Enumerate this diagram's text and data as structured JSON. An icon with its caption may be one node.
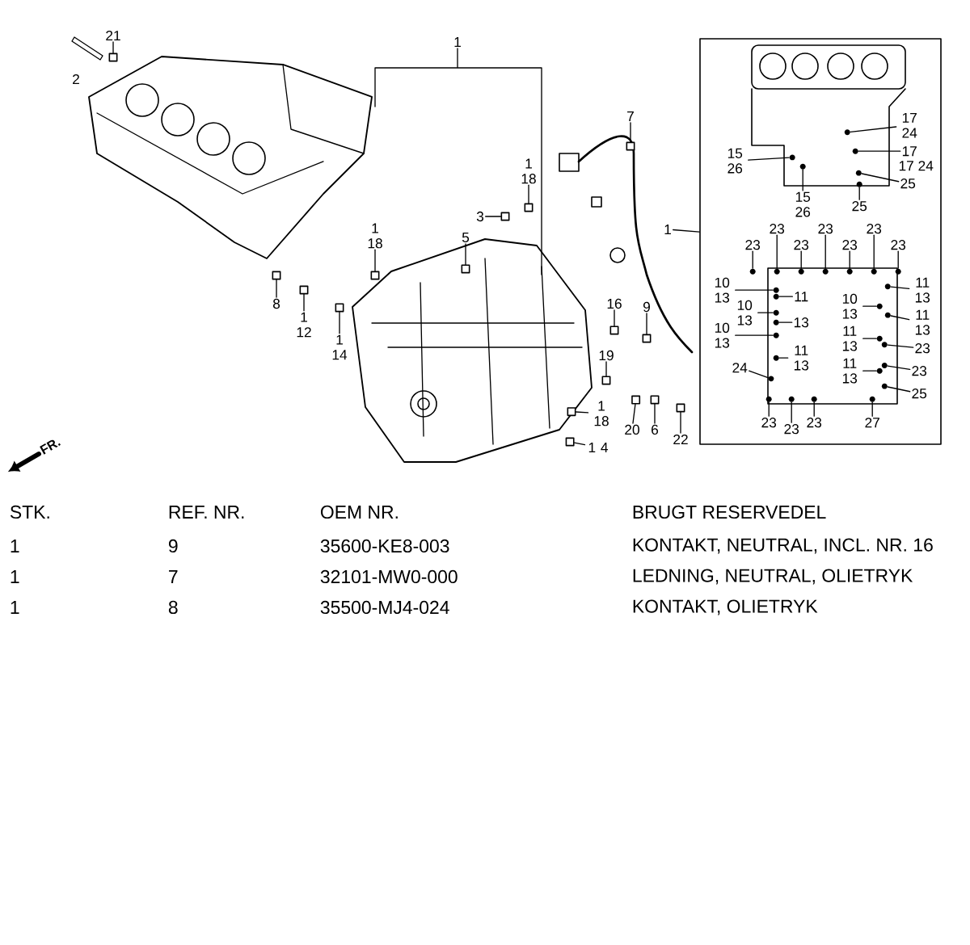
{
  "diagram": {
    "nodes": [
      {
        "text": [
          "21"
        ]
      },
      {
        "text": [
          "2"
        ]
      },
      {
        "text": [
          "1"
        ]
      },
      {
        "text": [
          "1 18"
        ]
      },
      {
        "text": [
          "5"
        ]
      },
      {
        "text": [
          "3"
        ]
      },
      {
        "text": [
          "1 18"
        ]
      },
      {
        "text": [
          "7"
        ]
      },
      {
        "text": [
          "8"
        ]
      },
      {
        "text": [
          "1 12"
        ]
      },
      {
        "text": [
          "1 14"
        ]
      },
      {
        "text": [
          "16"
        ]
      },
      {
        "text": [
          "9"
        ]
      },
      {
        "text": [
          "19"
        ]
      },
      {
        "text": [
          "1 18"
        ]
      },
      {
        "text": [
          "20"
        ]
      },
      {
        "text": [
          "6"
        ]
      },
      {
        "text": [
          "22"
        ]
      },
      {
        "text": [
          "1 4"
        ]
      },
      {
        "text": [
          "1"
        ]
      },
      {
        "text": [],
        "shape": "box"
      },
      {
        "text": [
          "17 24"
        ],
        "in": 20
      },
      {
        "text": [
          "17"
        ],
        "in": 20
      },
      {
        "text": [
          "17 24"
        ],
        "in": 20
      },
      {
        "text": [
          "25"
        ],
        "in": 20
      },
      {
        "text": [
          "15 26"
        ],
        "in": 20
      },
      {
        "text": [
          "15 26"
        ],
        "in": 20
      },
      {
        "text": [
          "25"
        ],
        "in": 20
      },
      {
        "text": [
          "23"
        ],
        "in": 20
      },
      {
        "text": [
          "23"
        ],
        "in": 20
      },
      {
        "text": [
          "23"
        ],
        "in": 20
      },
      {
        "text": [
          "23"
        ],
        "in": 20
      },
      {
        "text": [
          "23"
        ],
        "in": 20
      },
      {
        "text": [
          "23"
        ],
        "in": 20
      },
      {
        "text": [
          "23"
        ],
        "in": 20
      },
      {
        "text": [
          "10 13"
        ],
        "in": 20
      },
      {
        "text": [
          "10 13"
        ],
        "in": 20
      },
      {
        "text": [
          "10 13"
        ],
        "in": 20
      },
      {
        "text": [
          "24"
        ],
        "in": 20
      },
      {
        "text": [
          "11"
        ],
        "in": 20
      },
      {
        "text": [
          "10 13"
        ],
        "in": 20
      },
      {
        "text": [
          "13"
        ],
        "in": 20
      },
      {
        "text": [
          "11 13"
        ],
        "in": 20
      },
      {
        "text": [
          "11 13"
        ],
        "in": 20
      },
      {
        "text": [
          "11 13"
        ],
        "in": 20
      },
      {
        "text": [
          "11 13"
        ],
        "in": 20
      },
      {
        "text": [
          "11 13"
        ],
        "in": 20
      },
      {
        "text": [
          "23"
        ],
        "in": 20
      },
      {
        "text": [
          "23"
        ],
        "in": 20
      },
      {
        "text": [
          "25"
        ],
        "in": 20
      },
      {
        "text": [
          "23"
        ],
        "in": 20
      },
      {
        "text": [
          "23"
        ],
        "in": 20
      },
      {
        "text": [
          "23"
        ],
        "in": 20
      },
      {
        "text": [
          "27"
        ],
        "in": 20
      },
      {
        "text": [],
        "shape": "box"
      },
      {
        "text": [],
        "shape": "box"
      },
      {
        "text": [],
        "shape": "box"
      },
      {
        "text": [],
        "shape": "box"
      },
      {
        "text": [],
        "shape": "box"
      },
      {
        "text": [],
        "shape": "box"
      },
      {
        "text": [],
        "shape": "box"
      },
      {
        "text": [],
        "shape": "box"
      },
      {
        "text": [],
        "shape": "box"
      },
      {
        "text": [],
        "shape": "box"
      },
      {
        "text": [],
        "shape": "box"
      },
      {
        "text": [],
        "shape": "box"
      },
      {
        "text": [],
        "shape": "box"
      },
      {
        "text": [],
        "shape": "box"
      },
      {
        "text": [],
        "shape": "box"
      },
      {
        "text": [],
        "shape": "box"
      },
      {
        "text": [],
        "shape": "box"
      },
      {
        "text": [],
        "shape": "circle",
        "in": 20
      },
      {
        "text": [],
        "shape": "circle",
        "in": 20
      },
      {
        "text": [],
        "shape": "circle",
        "in": 20
      },
      {
        "text": [],
        "shape": "circle",
        "in": 20
      },
      {
        "text": [],
        "shape": "circle",
        "in": 20
      },
      {
        "text": [],
        "shape": "circle",
        "in": 20
      },
      {
        "text": [],
        "shape": "circle",
        "in": 20
      },
      {
        "text": [],
        "shape": "circle",
        "in": 20
      },
      {
        "text": [],
        "shape": "circle",
        "in": 20
      },
      {
        "text": [],
        "shape": "circle",
        "in": 20
      },
      {
        "text": [],
        "shape": "circle",
        "in": 20
      },
      {
        "text": [],
        "shape": "circle",
        "in": 20
      },
      {
        "text": [],
        "shape": "circle",
        "in": 20
      },
      {
        "text": [],
        "shape": "circle",
        "in": 20
      },
      {
        "text": [],
        "shape": "circle",
        "in": 20
      },
      {
        "text": [],
        "shape": "circle",
        "in": 20
      },
      {
        "text": [],
        "shape": "circle",
        "in": 20
      },
      {
        "text": [],
        "shape": "circle",
        "in": 20
      },
      {
        "text": [],
        "shape": "circle",
        "in": 20
      },
      {
        "text": [],
        "shape": "circle",
        "in": 20
      },
      {
        "text": [],
        "shape": "circle",
        "in": 20
      },
      {
        "text": [],
        "shape": "circle",
        "in": 20
      },
      {
        "text": [],
        "shape": "circle",
        "in": 20
      },
      {
        "text": [],
        "shape": "circle",
        "in": 20
      },
      {
        "text": [],
        "shape": "circle",
        "in": 20
      },
      {
        "text": [],
        "shape": "circle",
        "in": 20
      },
      {
        "text": [],
        "shape": "circle",
        "in": 20
      },
      {
        "text": [],
        "shape": "circle",
        "in": 20
      },
      {
        "text": [],
        "shape": "circle",
        "in": 20
      },
      {
        "text": [],
        "shape": "circle",
        "in": 20
      },
      {
        "text": [],
        "shape": "circle",
        "in": 20
      },
      {
        "text": [],
        "shape": "circle",
        "in": 20
      }
    ],
    "edges": [
      {
        "from": 0,
        "to": 54,
        "arrow": "none"
      },
      {
        "from": 2,
        "to": null,
        "arrow": "none"
      },
      {
        "from": 3,
        "to": 55,
        "arrow": "none"
      },
      {
        "from": 4,
        "to": 56,
        "arrow": "none"
      },
      {
        "from": 5,
        "to": 57,
        "arrow": "none"
      },
      {
        "from": 6,
        "to": 58,
        "arrow": "none"
      },
      {
        "from": 7,
        "to": 59,
        "arrow": "none"
      },
      {
        "from": 8,
        "to": 60,
        "arrow": "none"
      },
      {
        "from": 9,
        "to": 61,
        "arrow": "none"
      },
      {
        "from": 10,
        "to": 62,
        "arrow": "none"
      },
      {
        "from": 11,
        "to": 63,
        "arrow": "none"
      },
      {
        "from": 12,
        "to": 64,
        "arrow": "none"
      },
      {
        "from": 13,
        "to": 65,
        "arrow": "none"
      },
      {
        "from": 14,
        "to": 66,
        "arrow": "none"
      },
      {
        "from": 15,
        "to": 67,
        "arrow": "none"
      },
      {
        "from": 16,
        "to": 68,
        "arrow": "none"
      },
      {
        "from": 17,
        "to": 69,
        "arrow": "none"
      },
      {
        "from": 18,
        "to": 70,
        "arrow": "none"
      },
      {
        "from": 19,
        "to": 20,
        "arrow": "none"
      },
      {
        "from": 21,
        "to": 71,
        "arrow": "none"
      },
      {
        "from": 22,
        "to": 72,
        "arrow": "none"
      },
      {
        "from": 24,
        "to": 73,
        "arrow": "none"
      },
      {
        "from": 25,
        "to": 74,
        "arrow": "none"
      },
      {
        "from": 26,
        "to": 75,
        "arrow": "none"
      },
      {
        "from": 27,
        "to": 76,
        "arrow": "none"
      },
      {
        "from": 28,
        "to": 77,
        "arrow": "none"
      },
      {
        "from": 29,
        "to": 78,
        "arrow": "none"
      },
      {
        "from": 30,
        "to": 79,
        "arrow": "none"
      },
      {
        "from": 31,
        "to": 80,
        "arrow": "none"
      },
      {
        "from": 32,
        "to": 81,
        "arrow": "none"
      },
      {
        "from": 33,
        "to": 82,
        "arrow": "none"
      },
      {
        "from": 34,
        "to": 83,
        "arrow": "none"
      },
      {
        "from": 35,
        "to": 84,
        "arrow": "none"
      },
      {
        "from": 36,
        "to": 85,
        "arrow": "none"
      },
      {
        "from": 37,
        "to": 86,
        "arrow": "none"
      },
      {
        "from": 38,
        "to": 87,
        "arrow": "none"
      },
      {
        "from": 39,
        "to": 88,
        "arrow": "none"
      },
      {
        "from": 40,
        "to": 89,
        "arrow": "none"
      },
      {
        "from": 41,
        "to": 90,
        "arrow": "none"
      },
      {
        "from": 42,
        "to": 91,
        "arrow": "none"
      },
      {
        "from": 43,
        "to": 92,
        "arrow": "none"
      },
      {
        "from": 44,
        "to": 93,
        "arrow": "none"
      },
      {
        "from": 45,
        "to": 94,
        "arrow": "none"
      },
      {
        "from": 46,
        "to": 95,
        "arrow": "none"
      },
      {
        "from": 47,
        "to": 96,
        "arrow": "none"
      },
      {
        "from": 48,
        "to": 97,
        "arrow": "none"
      },
      {
        "from": 49,
        "to": 98,
        "arrow": "none"
      },
      {
        "from": 50,
        "to": 99,
        "arrow": "none"
      },
      {
        "from": 51,
        "to": 100,
        "arrow": "none"
      },
      {
        "from": 52,
        "to": 101,
        "arrow": "none"
      },
      {
        "from": 53,
        "to": 102,
        "arrow": "none"
      }
    ],
    "labels": [
      "FR.",
      "STK.",
      "REF. NR.",
      "OEM NR.",
      "BRUGT RESERVEDEL",
      "1",
      "9",
      "35600-KE8-003",
      "KONTAKT, NEUTRAL, INCL. NR. 16",
      "1",
      "7",
      "32101-MW0-000",
      "LEDNING, NEUTRAL, OLIETRYK",
      "1",
      "8",
      "35500-MJ4-024",
      "KONTAKT, OLIETRYK"
    ]
  }
}
